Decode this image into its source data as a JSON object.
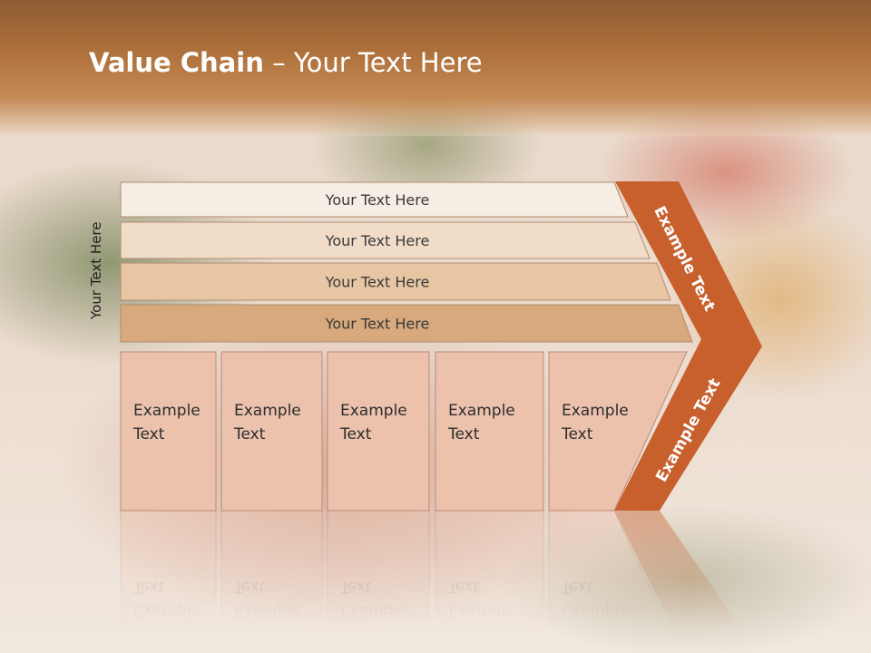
{
  "slide": {
    "title_bold": "Value Chain",
    "title_rest": " – Your Text Here",
    "side_label": "Your Text Here"
  },
  "bars": [
    {
      "label": "Your Text Here",
      "color": "#f6ede4"
    },
    {
      "label": "Your Text Here",
      "color": "#f1dcc7"
    },
    {
      "label": "Your Text Here",
      "color": "#e8c6a4"
    },
    {
      "label": "Your Text Here",
      "color": "#d7a97c"
    }
  ],
  "cells": [
    {
      "line1": "Example",
      "line2": "Text"
    },
    {
      "line1": "Example",
      "line2": "Text"
    },
    {
      "line1": "Example",
      "line2": "Text"
    },
    {
      "line1": "Example",
      "line2": "Text"
    },
    {
      "line1": "Example",
      "line2": "Text"
    }
  ],
  "arrow": {
    "upper_label": "Example Text",
    "lower_label": "Example Text",
    "color": "#c8602e"
  },
  "colors": {
    "cell_fill": "#ecc2ad",
    "cell_stroke": "#b98b78",
    "header_brown": "#a8693a"
  }
}
